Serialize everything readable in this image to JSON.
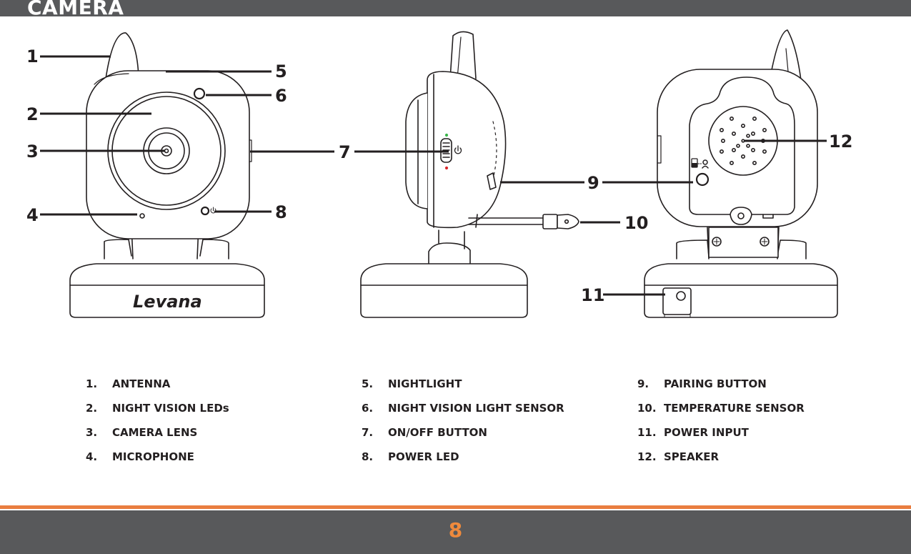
{
  "header": {
    "title": "CAMERA"
  },
  "logo": {
    "text": "Levana"
  },
  "callouts": [
    "1",
    "2",
    "3",
    "4",
    "5",
    "6",
    "7",
    "8",
    "9",
    "10",
    "11",
    "12"
  ],
  "legend": {
    "col1": [
      {
        "num": "1.",
        "label": "ANTENNA"
      },
      {
        "num": "2.",
        "label": "NIGHT VISION LEDs"
      },
      {
        "num": "3.",
        "label": "CAMERA LENS"
      },
      {
        "num": "4.",
        "label": "MICROPHONE"
      }
    ],
    "col2": [
      {
        "num": "5.",
        "label": "NIGHTLIGHT"
      },
      {
        "num": "6.",
        "label": "NIGHT VISION LIGHT SENSOR"
      },
      {
        "num": "7.",
        "label": "ON/OFF BUTTON"
      },
      {
        "num": "8.",
        "label": "POWER LED"
      }
    ],
    "col3": [
      {
        "num": "9.",
        "label": "PAIRING BUTTON"
      },
      {
        "num": "10.",
        "label": "TEMPERATURE SENSOR"
      },
      {
        "num": "11.",
        "label": "POWER INPUT"
      },
      {
        "num": "12.",
        "label": "SPEAKER"
      }
    ]
  },
  "footer": {
    "page_number": "8"
  },
  "colors": {
    "bar": "#58595b",
    "accent": "#e97d3f",
    "page_number": "#f08a3c"
  }
}
